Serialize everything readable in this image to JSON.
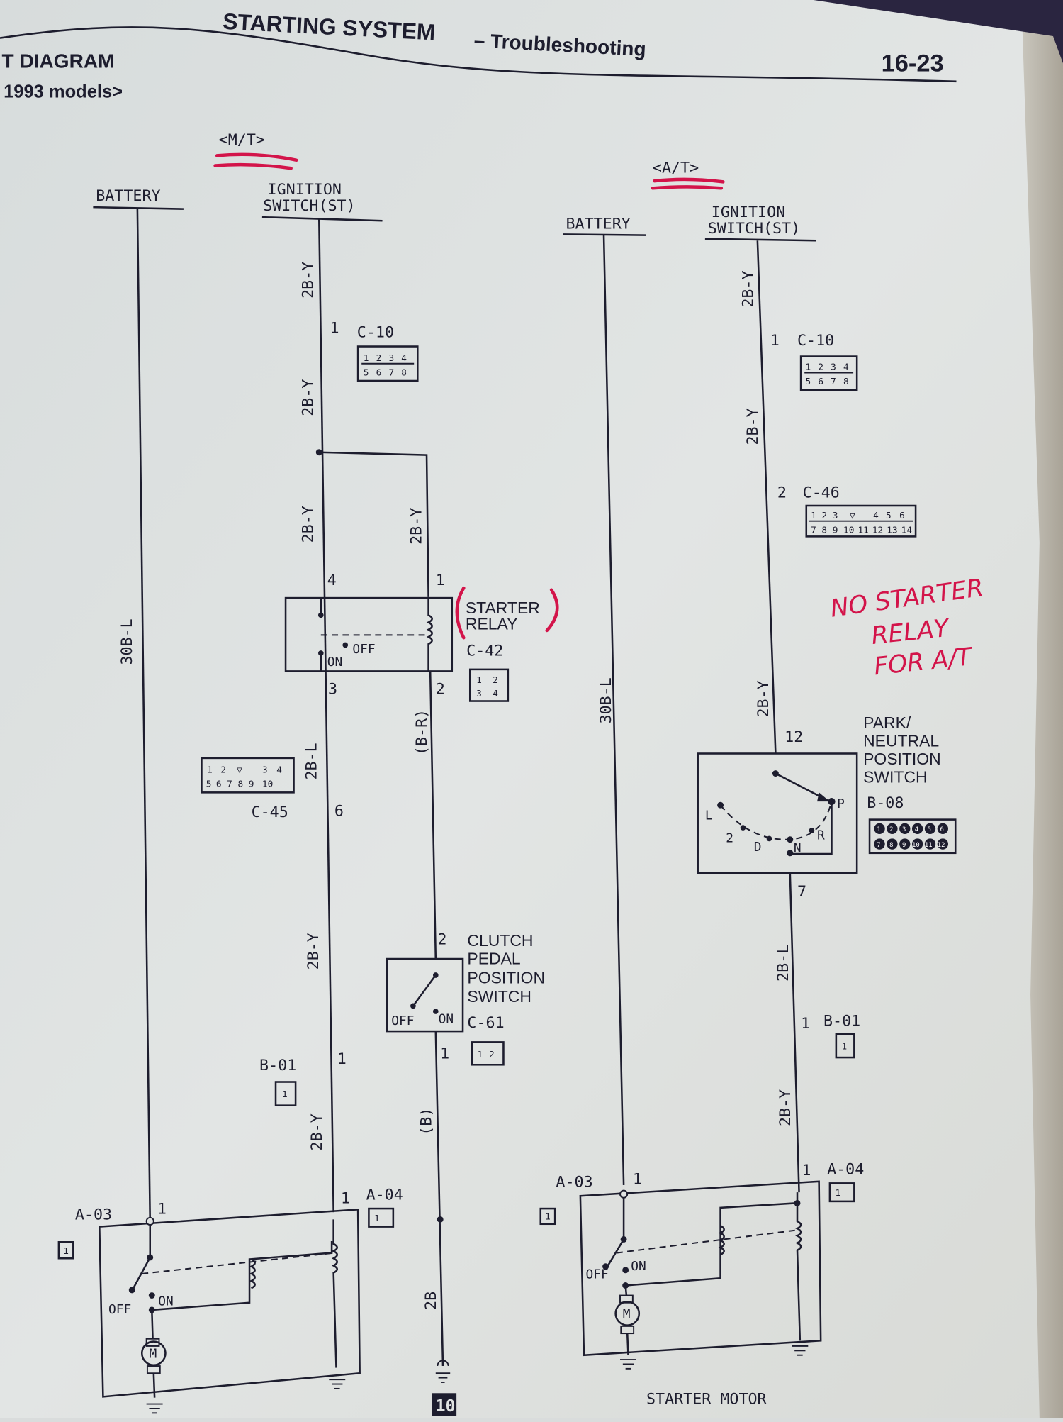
{
  "header": {
    "title": "STARTING SYSTEM",
    "subtitle": "– Troubleshooting",
    "page_number": "16-23",
    "section": "T DIAGRAM",
    "models": "1993 models>"
  },
  "mt": {
    "label": "<M/T>",
    "battery": "BATTERY",
    "ignition": [
      "IGNITION",
      "SWITCH(ST)"
    ],
    "wires": [
      "2B-Y",
      "2B-Y",
      "2B-Y",
      "2B-Y",
      "30B-L",
      "2B-L",
      "(B-R)",
      "2B-Y",
      "2B-Y",
      "(B)",
      "2B"
    ],
    "c10": {
      "name": "C-10",
      "pin": "1",
      "cells": [
        "1",
        "2",
        "3",
        "4",
        "5",
        "6",
        "7",
        "8"
      ]
    },
    "relay": {
      "name": [
        "STARTER",
        "RELAY"
      ],
      "connector": "C-42",
      "pins": [
        "4",
        "1",
        "3",
        "2"
      ],
      "cells": [
        "1",
        "2",
        "3",
        "4"
      ],
      "off": "OFF",
      "on": "ON"
    },
    "c45": {
      "name": "C-45",
      "pin": "6",
      "cells": [
        "1",
        "2",
        "3",
        "4",
        "5",
        "6",
        "7",
        "8",
        "9",
        "10"
      ]
    },
    "clutch": {
      "name": [
        "CLUTCH",
        "PEDAL",
        "POSITION",
        "SWITCH"
      ],
      "connector": "C-61",
      "pins": [
        "2",
        "1"
      ],
      "cells": [
        "1",
        "2"
      ],
      "off": "OFF",
      "on": "ON"
    },
    "b01": {
      "name": "B-01",
      "pin": "1",
      "cell": "1"
    },
    "a03": {
      "name": "A-03",
      "pin": "1",
      "cell": "1"
    },
    "a04": {
      "name": "A-04",
      "pin": "1",
      "cell": "1"
    },
    "motor": {
      "off": "OFF",
      "on": "ON",
      "symbol": "M"
    },
    "ground_ref": "10"
  },
  "at": {
    "label": "<A/T>",
    "battery": "BATTERY",
    "ignition": [
      "IGNITION",
      "SWITCH(ST)"
    ],
    "wires": [
      "2B-Y",
      "2B-Y",
      "2B-Y",
      "30B-L",
      "2B-L",
      "2B-Y"
    ],
    "c10": {
      "name": "C-10",
      "pin": "1",
      "cells": [
        "1",
        "2",
        "3",
        "4",
        "5",
        "6",
        "7",
        "8"
      ]
    },
    "c46": {
      "name": "C-46",
      "pin": "2",
      "cells": [
        "1",
        "2",
        "3",
        "4",
        "5",
        "6",
        "7",
        "8",
        "9",
        "10",
        "11",
        "12",
        "13",
        "14"
      ]
    },
    "pn_switch": {
      "name": [
        "PARK/",
        "NEUTRAL",
        "POSITION",
        "SWITCH"
      ],
      "connector": "B-08",
      "pins": [
        "12",
        "7"
      ],
      "positions": [
        "L",
        "2",
        "D",
        "N",
        "R",
        "P"
      ],
      "cells": [
        "1",
        "2",
        "3",
        "4",
        "5",
        "6",
        "7",
        "8",
        "9",
        "10",
        "11",
        "12"
      ]
    },
    "b01": {
      "name": "B-01",
      "pin": "1",
      "cell": "1"
    },
    "a03": {
      "name": "A-03",
      "pin": "1",
      "cell": "1"
    },
    "a04": {
      "name": "A-04",
      "pin": "1",
      "cell": "1"
    },
    "motor": {
      "off": "OFF",
      "on": "ON",
      "symbol": "M",
      "caption": "STARTER MOTOR"
    }
  },
  "annotation": [
    "NO STARTER",
    "RELAY",
    "FOR A/T"
  ],
  "colors": {
    "ink": "#1d1d2e",
    "marker": "#d3144a",
    "paper": "#dfe3e3"
  }
}
